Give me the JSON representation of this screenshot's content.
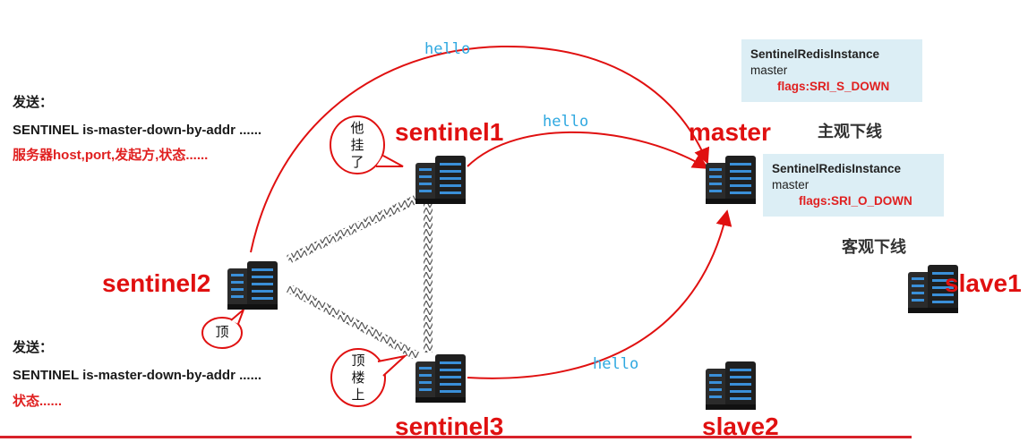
{
  "left_notes": {
    "top": {
      "heading": "发送：",
      "command": "SENTINEL is-master-down-by-addr ......",
      "params": "服务器host,port,发起方,状态......"
    },
    "bottom": {
      "heading": "发送：",
      "command": "SENTINEL is-master-down-by-addr ......",
      "params": "状态......"
    }
  },
  "nodes": {
    "sentinel1": "sentinel1",
    "sentinel2": "sentinel2",
    "sentinel3": "sentinel3",
    "master": "master",
    "slave1": "slave1",
    "slave2": "slave2"
  },
  "messages": {
    "hello_top": "hello",
    "hello_middle": "hello",
    "hello_bottom": "hello"
  },
  "speech_bubbles": {
    "sentinel1": [
      "他",
      "挂",
      "了"
    ],
    "sentinel2": [
      "顶"
    ],
    "sentinel3": [
      "顶",
      "楼",
      "上"
    ]
  },
  "instances": {
    "subjective": {
      "class_name": "SentinelRedisInstance",
      "role": "master",
      "flags": "flags:SRI_S_DOWN",
      "state_label": "主观下线"
    },
    "objective": {
      "class_name": "SentinelRedisInstance",
      "role": "master",
      "flags": "flags:SRI_O_DOWN",
      "state_label": "客观下线"
    }
  },
  "colors": {
    "accent_red": "#e01010",
    "hello_blue": "#2ea8e0",
    "info_bg": "#dceef5",
    "server_body": "#2b2b2b",
    "server_led": "#3a8fd8"
  },
  "icons": {
    "server": "server-rack-icon",
    "bubble": "speech-bubble-icon",
    "link": "zigzag-link-icon"
  }
}
